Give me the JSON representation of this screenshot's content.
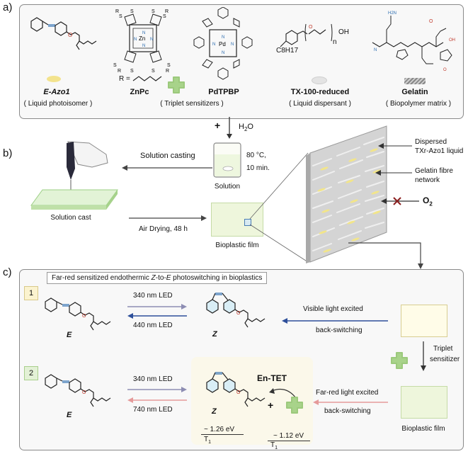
{
  "panel_a": {
    "label": "a)",
    "compounds": [
      {
        "name": "E-Azo1",
        "role": "( Liquid photoisomer )"
      },
      {
        "name": "ZnPc",
        "r_label": "R ="
      },
      {
        "name": "PdTPBP",
        "role": "( Triplet sensitizers )"
      },
      {
        "name": "TX-100-reduced",
        "role": "( Liquid dispersant )",
        "subscript_label": "C8H17",
        "oh": "OH",
        "n": "n"
      },
      {
        "name": "Gelatin",
        "role": "( Biopolymer matrix )"
      }
    ],
    "metal_zn": "Zn",
    "metal_pd": "Pd",
    "plus": "+",
    "water": "H2O"
  },
  "panel_b": {
    "label": "b)",
    "solution_casting": "Solution casting",
    "conditions_temp": "80 °C,",
    "conditions_time": "10 min.",
    "solution": "Solution",
    "solution_cast": "Solution cast",
    "air_drying": "Air Drying, 48 h",
    "bioplastic_film": "Bioplastic film",
    "dispersed_line1": "Dispersed",
    "dispersed_line2": "TXr-Azo1 liquid",
    "gelatin_line1": "Gelatin fibre",
    "gelatin_line2": "network",
    "oxygen": "O2"
  },
  "panel_c": {
    "label": "c)",
    "title": "Far-red sensitized endothermic Z-to-E photoswitching in bioplastics",
    "row1": {
      "num": "1",
      "e": "E",
      "z": "Z",
      "forward": "340 nm LED",
      "back": "440 nm LED",
      "excite_line1": "Visible light excited",
      "excite_line2": "back-switching"
    },
    "row2": {
      "num": "2",
      "e": "E",
      "z": "Z",
      "forward": "340 nm LED",
      "back": "740 nm LED",
      "entet": "En-TET",
      "plus": "+",
      "e1": "~ 1.26 eV",
      "t1a": "T1",
      "e2": "~ 1.12 eV",
      "t1b": "T1",
      "excite_line1": "Far-red light excited",
      "excite_line2": "back-switching"
    },
    "triplet_line1": "Triplet",
    "triplet_line2": "sensitizer",
    "bioplastic_film": "Bioplastic film"
  }
}
